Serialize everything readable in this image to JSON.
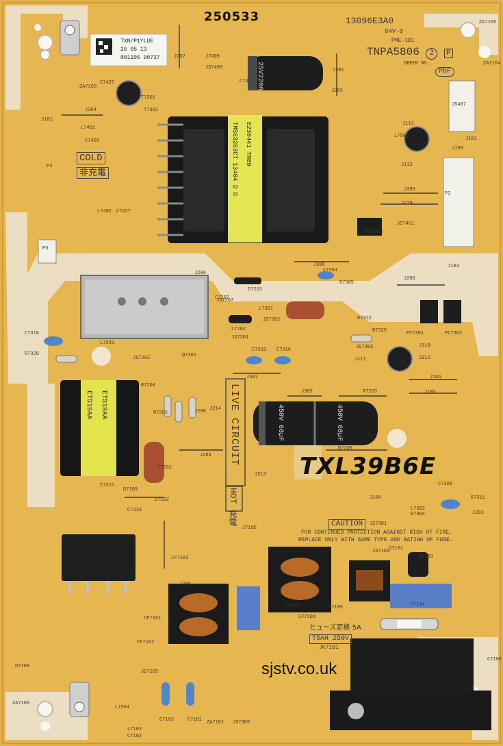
{
  "board": {
    "serial_top": "250533",
    "model_code": "TNPA5806",
    "model_rev_circle": "2",
    "model_rev_box": "P",
    "order_no": "ORDER NO.",
    "pbf": "PbF",
    "top_code": "13096E3A0",
    "pme": "PME-1B1",
    "rating": "94V-0"
  },
  "sticker": {
    "line1": "TXN/P1YLUE",
    "line2": "26 05 13",
    "line3": "001105 00737"
  },
  "zones": {
    "cold_en": "COLD",
    "cold_jp": "非充電",
    "live_circuit": "LIVE CIRCUIT",
    "hot_en": "HOT",
    "hot_jp": "充電"
  },
  "caution": {
    "title": "CAUTION",
    "line1": "FOR CONTINUED PROTECTION AGAINST RISK OF FIRE,",
    "line2": "REPLACE ONLY WITH SAME TYPE AND RATING OF FUSE."
  },
  "fuse": {
    "jp": "ヒューズ定格 5A",
    "rating": "T5AH 250V",
    "ref": "JK7101"
  },
  "handwritten": "TXL39B6E",
  "watermark": "sjstv.co.uk",
  "transformer_main": {
    "line1": "TMS63263CT 13404 D D",
    "line2": "E230441 TNB9"
  },
  "transformer_small": {
    "line1": "ETS19AA",
    "line2": "ETS19AA"
  },
  "caps": {
    "top_cap": "25V2200",
    "big_cap_a": "450V 68µF",
    "big_cap_b": "450V 68µF"
  },
  "refs": [
    "J304",
    "L7401",
    "C7428",
    "C7422",
    "ZA7103",
    "J101",
    "T7301",
    "T7302",
    "J302",
    "J7409",
    "JS7409",
    "C7423",
    "J201",
    "J203",
    "ZA7105",
    "ZA7104",
    "J5407",
    "J113",
    "L7502",
    "J101",
    "J108",
    "J112",
    "J305",
    "J210",
    "JS7401",
    "PC7303",
    "J103",
    "P2",
    "P4",
    "L7402",
    "C7427",
    "P5",
    "J209",
    "D7215",
    "C7304",
    "R7305",
    "J306",
    "J206",
    "L7301",
    "JS7302",
    "C7207",
    "JS7207",
    "L7202",
    "JS7201",
    "R7312",
    "R7325",
    "JS7303",
    "PC7301",
    "PC7302",
    "C7318",
    "R7320",
    "JS7202",
    "L7203",
    "Q7201",
    "C7315",
    "C7316",
    "J301",
    "J111",
    "J110",
    "J212",
    "J106",
    "J105",
    "J309",
    "R7203",
    "R7204",
    "R7205",
    "J208",
    "J214",
    "J204",
    "T7201",
    "C7215",
    "J213",
    "R7209",
    "J104",
    "JS7301",
    "L7302",
    "R7304",
    "C7309",
    "R7311",
    "J203",
    "D7109",
    "D7102",
    "C7319",
    "J7105",
    "JS7103",
    "D7101",
    "D7103",
    "LF7103",
    "J208",
    "LF7104",
    "LF7101",
    "J7106",
    "C7104",
    "CF7101",
    "CF7102",
    "JS7105",
    "L7103",
    "C7102",
    "C7103",
    "C7101",
    "ZA7101",
    "JS7305",
    "L7304",
    "ZA7106",
    "D7108",
    "C7106"
  ]
}
